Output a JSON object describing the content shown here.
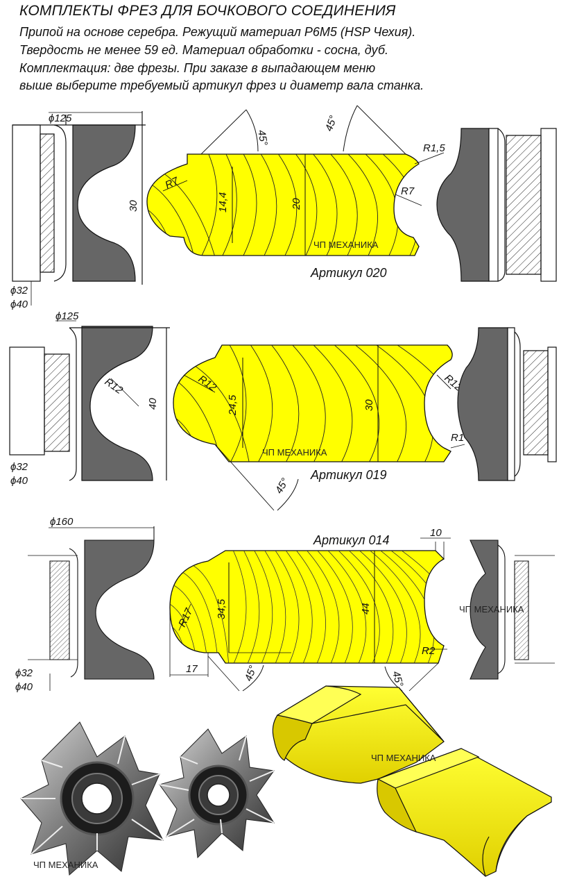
{
  "header": {
    "title": "КОМПЛЕКТЫ ФРЕЗ ДЛЯ БОЧКОВОГО СОЕДИНЕНИЯ",
    "lines": [
      "Припой на основе серебра. Режущий материал Р6М5 (HSP Чехия).",
      "Твердость не менее 59 ед. Материал обработки - сосна, дуб.",
      "Комплектация: две фрезы. При заказе  в выпадающем меню",
      "выше выберите требуемый артикул фрез и диаметр вала станка."
    ]
  },
  "watermark": "ЧП МЕХАНИКА",
  "sets": [
    {
      "article": "Артикул 020",
      "dims": {
        "cutter_dia": "ϕ125",
        "height": "30",
        "bore1": "ϕ32",
        "bore2": "ϕ40",
        "r_main": "R7",
        "h1": "14,4",
        "h2": "20",
        "r_right": "R7",
        "r_small": "R1,5",
        "angle1": "45°",
        "angle2": "45°"
      }
    },
    {
      "article": "Артикул 019",
      "dims": {
        "cutter_dia": "ϕ125",
        "height": "40",
        "bore1": "ϕ32",
        "bore2": "ϕ40",
        "r_cutter": "R12",
        "r_main": "R12",
        "h1": "24,5",
        "h2": "30",
        "r_right": "R12",
        "r_small": "R1",
        "angle1": "45°"
      }
    },
    {
      "article": "Артикул 014",
      "dims": {
        "cutter_dia": "ϕ160",
        "bore1": "ϕ32",
        "bore2": "ϕ40",
        "r_main": "R17",
        "h1": "34,5",
        "h2": "44",
        "r_right": "R2",
        "offset": "17",
        "width": "10",
        "angle1": "45°",
        "angle2": "45°"
      }
    }
  ],
  "colors": {
    "wood": "#FFFF00",
    "cutter": "#666666",
    "line": "#111111"
  }
}
